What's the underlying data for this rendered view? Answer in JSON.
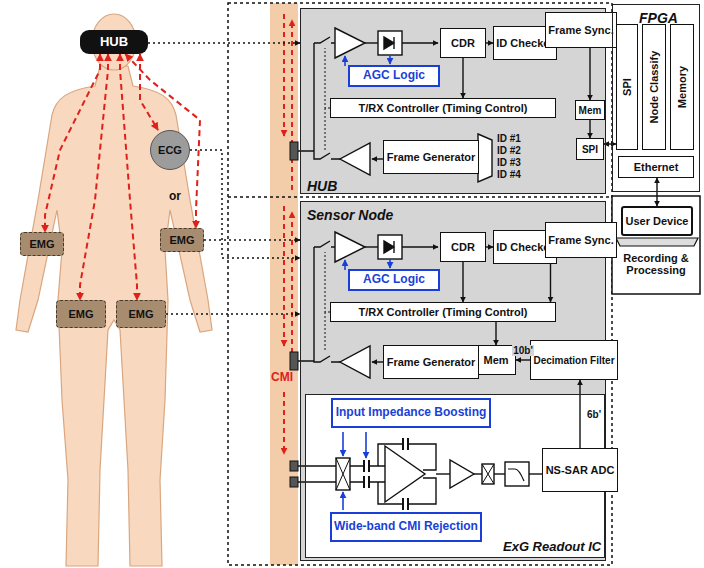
{
  "diagram": {
    "nodes": [
      {
        "text": [
          "HUB"
        ]
      },
      {
        "text": [
          "ECG"
        ]
      },
      {
        "text": [
          "EMG"
        ]
      },
      {
        "text": [
          "EMG"
        ]
      },
      {
        "text": [
          "EMG"
        ]
      },
      {
        "text": [
          "EMG"
        ]
      },
      {
        "text": [
          "HUB"
        ]
      },
      {
        "text": [
          "AGC Logic"
        ],
        "in": 6
      },
      {
        "text": [
          "CDR"
        ],
        "in": 6
      },
      {
        "text": [
          "ID Checker"
        ],
        "in": 6
      },
      {
        "text": [
          "Frame Sync."
        ],
        "in": 6
      },
      {
        "text": [
          "T/RX Controller (Timing Control)"
        ],
        "in": 6
      },
      {
        "text": [
          "Mem"
        ],
        "in": 6
      },
      {
        "text": [
          "SPI"
        ],
        "in": 6
      },
      {
        "text": [
          "Frame Generator"
        ],
        "in": 6
      },
      {
        "text": [
          "FPGA"
        ]
      },
      {
        "text": [
          "SPI"
        ],
        "in": 15
      },
      {
        "text": [
          "Node Classify"
        ],
        "in": 15
      },
      {
        "text": [
          "Memory"
        ],
        "in": 15
      },
      {
        "text": [
          "Ethernet"
        ],
        "in": 15
      },
      {
        "text": [
          "User Device"
        ]
      },
      {
        "text": [
          "Sensor Node"
        ]
      },
      {
        "text": [
          "AGC Logic"
        ],
        "in": 21
      },
      {
        "text": [
          "CDR"
        ],
        "in": 21
      },
      {
        "text": [
          "ID Checker"
        ],
        "in": 21
      },
      {
        "text": [
          "Frame Sync."
        ],
        "in": 21
      },
      {
        "text": [
          "T/RX Controller (Timing Control)"
        ],
        "in": 21
      },
      {
        "text": [
          "Mem"
        ],
        "in": 21
      },
      {
        "text": [
          "Frame Generator"
        ],
        "in": 21
      },
      {
        "text": [
          "Decimation Filter"
        ],
        "in": 21
      },
      {
        "text": [
          "ExG Readout IC"
        ],
        "in": 21
      },
      {
        "text": [
          "Input Impedance Boosting"
        ],
        "in": 30
      },
      {
        "text": [
          "Wide-band CMI Rejection"
        ],
        "in": 30
      },
      {
        "text": [
          "NS-SAR ADC"
        ],
        "in": 30
      }
    ],
    "edges": [
      {
        "from": 0,
        "to": 6,
        "arrow": "to"
      },
      {
        "from": 0,
        "to": 1,
        "arrow": "both"
      },
      {
        "from": 0,
        "to": 2,
        "arrow": "both"
      },
      {
        "from": 0,
        "to": 3,
        "arrow": "both"
      },
      {
        "from": 0,
        "to": 4,
        "arrow": "both"
      },
      {
        "from": 0,
        "to": 5,
        "arrow": "both"
      },
      {
        "from": 1,
        "to": 21,
        "arrow": "to"
      },
      {
        "from": 3,
        "to": 21,
        "arrow": "to"
      },
      {
        "from": 5,
        "to": 21,
        "arrow": "to"
      },
      {
        "from": 8,
        "to": 9,
        "arrow": "to"
      },
      {
        "from": 9,
        "to": 10,
        "arrow": "to"
      },
      {
        "from": 8,
        "to": 11,
        "arrow": "to"
      },
      {
        "from": 10,
        "to": 12,
        "arrow": "to"
      },
      {
        "from": 12,
        "to": 13,
        "arrow": "to"
      },
      {
        "from": 13,
        "to": 16,
        "arrow": "both"
      },
      {
        "from": 19,
        "to": 20,
        "arrow": "both"
      },
      {
        "from": 23,
        "to": 24,
        "arrow": "to"
      },
      {
        "from": 24,
        "to": 25,
        "arrow": "to"
      },
      {
        "from": 23,
        "to": 26,
        "arrow": "to"
      },
      {
        "from": 25,
        "to": 26,
        "arrow": "to"
      },
      {
        "from": 26,
        "to": 27,
        "arrow": "to"
      },
      {
        "from": 27,
        "to": 28,
        "arrow": "to"
      },
      {
        "from": 29,
        "to": 27,
        "label": "10b'",
        "arrow": "to"
      },
      {
        "from": 33,
        "to": 29,
        "label": "6b'",
        "arrow": "to"
      }
    ],
    "labels": [
      "or",
      "CMI",
      "ID #1",
      "ID #2",
      "ID #3",
      "ID #4",
      "Recording & Processing"
    ]
  }
}
